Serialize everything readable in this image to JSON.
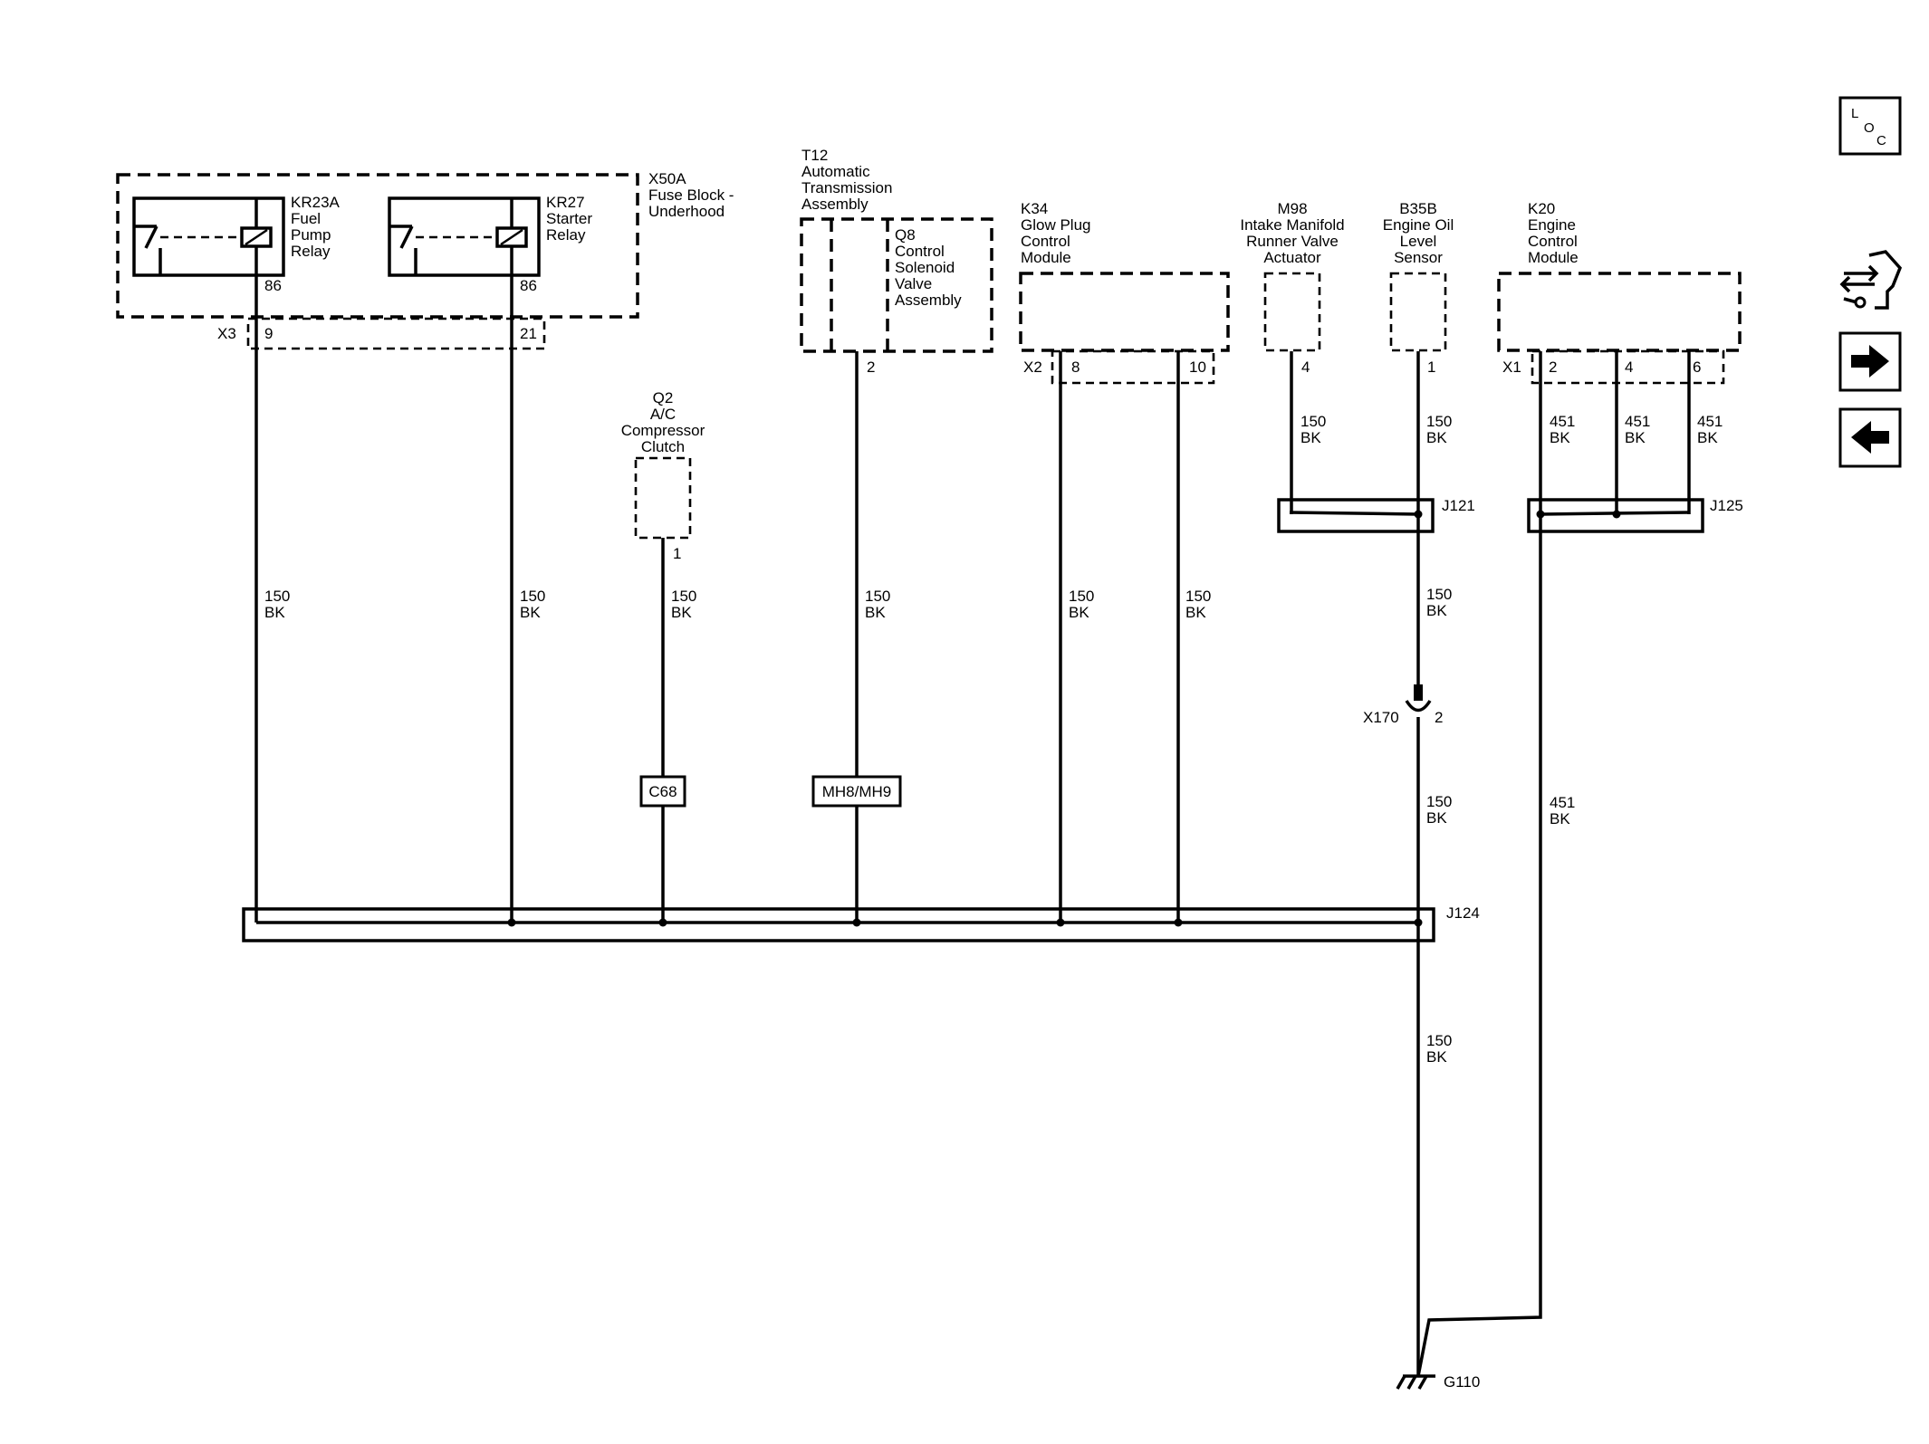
{
  "components": {
    "x50a": {
      "id": "X50A",
      "name": [
        "Fuse Block -",
        "Underhood"
      ]
    },
    "kr23a": {
      "id": "KR23A",
      "name": [
        "Fuel",
        "Pump",
        "Relay"
      ],
      "pin": "86"
    },
    "kr27": {
      "id": "KR27",
      "name": [
        "Starter",
        "Relay"
      ],
      "pin": "86"
    },
    "x3": {
      "id": "X3",
      "pins": [
        "9",
        "21"
      ]
    },
    "t12": {
      "id": "T12",
      "name": [
        "Automatic",
        "Transmission",
        "Assembly"
      ],
      "pin": "2"
    },
    "q8": {
      "id": "Q8",
      "name": [
        "Control",
        "Solenoid",
        "Valve",
        "Assembly"
      ]
    },
    "q2": {
      "id": "Q2",
      "name": [
        "A/C",
        "Compressor",
        "Clutch"
      ],
      "pin": "1"
    },
    "k34": {
      "id": "K34",
      "name": [
        "Glow Plug",
        "Control",
        "Module"
      ],
      "connector": "X2",
      "pins": [
        "8",
        "10"
      ]
    },
    "m98": {
      "id": "M98",
      "name": [
        "Intake Manifold",
        "Runner Valve",
        "Actuator"
      ],
      "pin": "4"
    },
    "b35b": {
      "id": "B35B",
      "name": [
        "Engine Oil",
        "Level",
        "Sensor"
      ],
      "pin": "1"
    },
    "k20": {
      "id": "K20",
      "name": [
        "Engine",
        "Control",
        "Module"
      ],
      "connector": "X1",
      "pins": [
        "2",
        "4",
        "6"
      ]
    }
  },
  "wires": {
    "w_kr23a": [
      "150",
      "BK"
    ],
    "w_kr27": [
      "150",
      "BK"
    ],
    "w_q2": [
      "150",
      "BK"
    ],
    "w_t12": [
      "150",
      "BK"
    ],
    "w_k34_8": [
      "150",
      "BK"
    ],
    "w_k34_10": [
      "150",
      "BK"
    ],
    "w_m98": [
      "150",
      "BK"
    ],
    "w_b35b": [
      "150",
      "BK"
    ],
    "w_k20_2": [
      "451",
      "BK"
    ],
    "w_k20_4": [
      "451",
      "BK"
    ],
    "w_k20_6": [
      "451",
      "BK"
    ],
    "w_j121_out": [
      "150",
      "BK"
    ],
    "w_x170_out": [
      "150",
      "BK"
    ],
    "w_j124_out": [
      "150",
      "BK"
    ],
    "w_j125_out": [
      "451",
      "BK"
    ]
  },
  "splices": {
    "j121": "J121",
    "j125": "J125",
    "j124": "J124"
  },
  "inline": {
    "x170": "X170",
    "x170_pin": "2"
  },
  "connectors": {
    "c68": "C68",
    "mh8": "MH8/MH9"
  },
  "ground": "G110",
  "loc": {
    "l": "L",
    "o": "O",
    "c": "C"
  },
  "nav_icons": [
    "loc-icon",
    "tools-icon",
    "arrow-right-icon",
    "arrow-left-icon"
  ]
}
